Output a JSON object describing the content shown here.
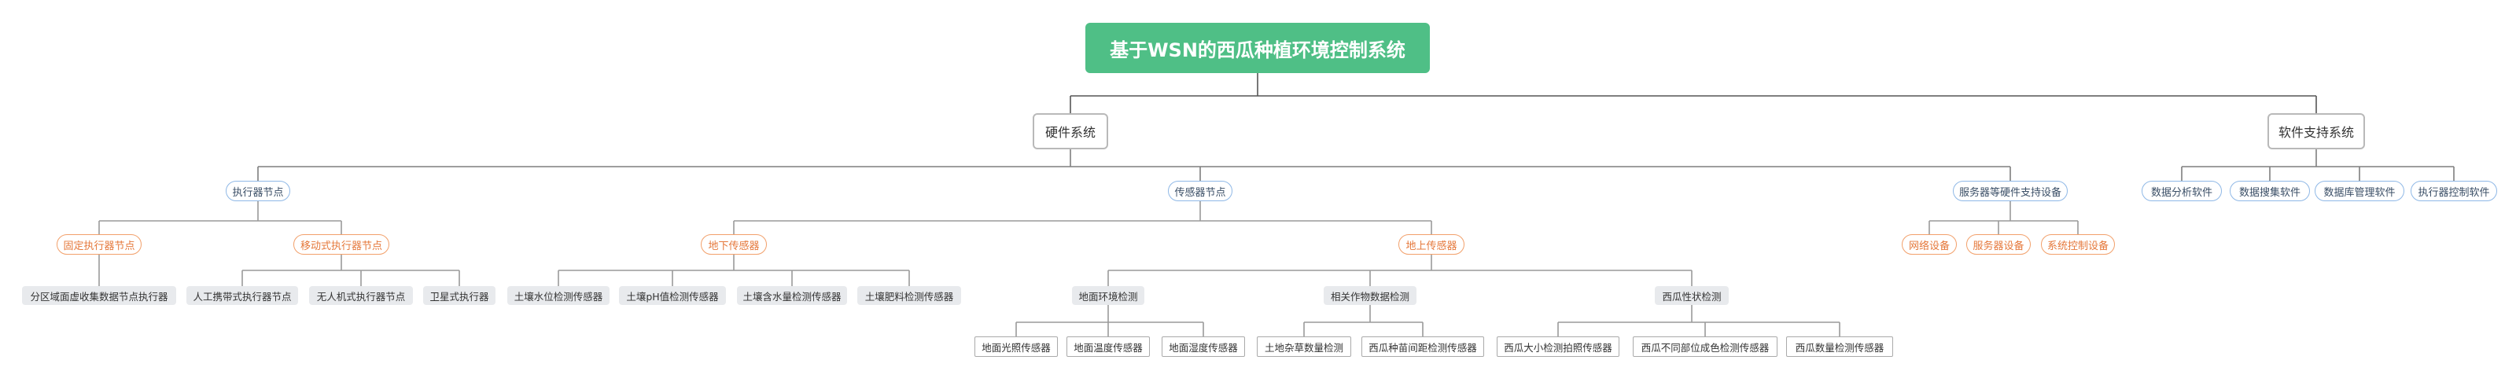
{
  "root": "基于WSN的西瓜种植环境控制系统",
  "hardware": {
    "label": "硬件系统",
    "actuator": {
      "label": "执行器节点",
      "fixed": {
        "label": "固定执行器节点",
        "items": [
          "分区域面虚收集数据节点执行器"
        ]
      },
      "mobile": {
        "label": "移动式执行器节点",
        "items": [
          "人工携带式执行器节点",
          "无人机式执行器节点",
          "卫星式执行器"
        ]
      }
    },
    "sensor": {
      "label": "传感器节点",
      "underground": {
        "label": "地下传感器",
        "items": [
          "土壤水位检测传感器",
          "土壤pH值检测传感器",
          "土壤含水量检测传感器",
          "土壤肥料检测传感器"
        ]
      },
      "above": {
        "label": "地上传感器",
        "surface": {
          "label": "地面环境检测",
          "items": [
            "地面光照传感器",
            "地面温度传感器",
            "地面湿度传感器"
          ]
        },
        "crop": {
          "label": "相关作物数据检测",
          "items": [
            "土地杂草数量检测",
            "西瓜种苗间距检测传感器"
          ]
        },
        "melon": {
          "label": "西瓜性状检测",
          "items": [
            "西瓜大小检测拍照传感器",
            "西瓜不同部位成色检测传感器",
            "西瓜数量检测传感器"
          ]
        }
      }
    },
    "server": {
      "label": "服务器等硬件支持设备",
      "items": [
        "网络设备",
        "服务器设备",
        "系统控制设备"
      ]
    }
  },
  "software": {
    "label": "软件支持系统",
    "items": [
      "数据分析软件",
      "数据搜集软件",
      "数据库管理软件",
      "执行器控制软件"
    ]
  }
}
